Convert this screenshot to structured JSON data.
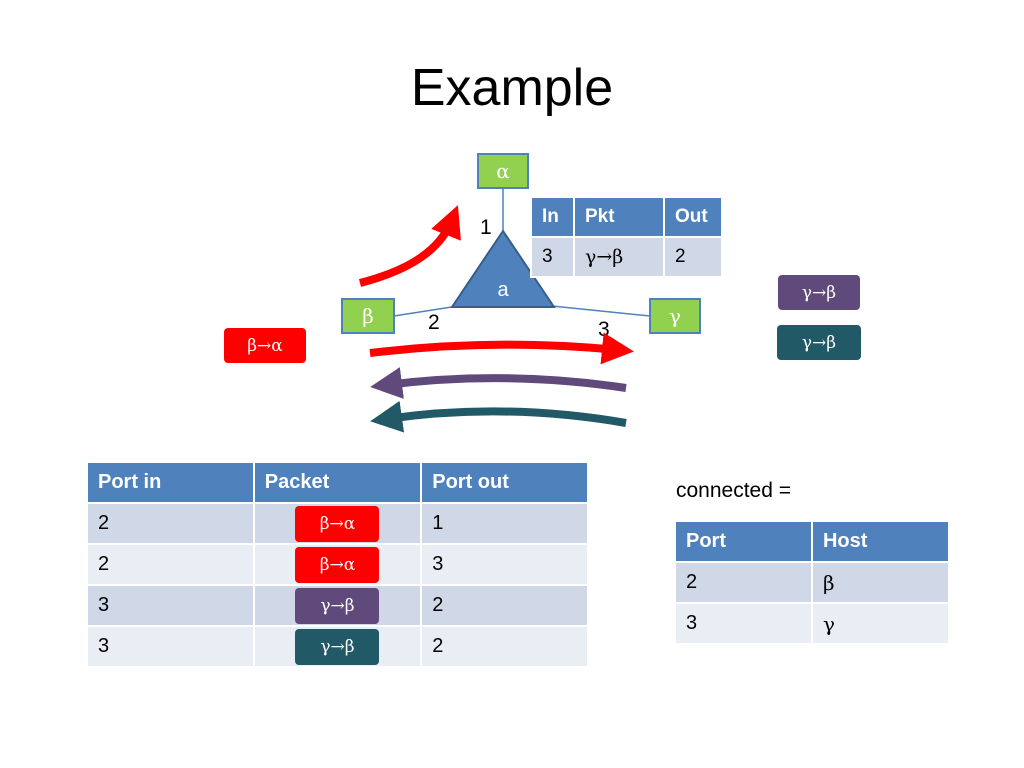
{
  "title": "Example",
  "colors": {
    "host_fill": "#92d050",
    "host_border": "#4f81bd",
    "switch_fill": "#4f81bd",
    "switch_border": "#385d8a",
    "red": "#ff0000",
    "purple": "#604a7b",
    "teal": "#215967",
    "table_header": "#4f81bd"
  },
  "diagram": {
    "switch_label": "a",
    "hosts": {
      "alpha": "α",
      "beta": "β",
      "gamma": "γ"
    },
    "port_labels": {
      "p1": "1",
      "p2": "2",
      "p3": "3"
    },
    "packets": {
      "left_red": "β→α",
      "right_purple": "γ→β",
      "right_teal": "γ→β"
    }
  },
  "flow_table": {
    "headers": [
      "In",
      "Pkt",
      "Out"
    ],
    "row": {
      "in": "3",
      "pkt": "γ→β",
      "out": "2"
    }
  },
  "rules_table": {
    "headers": [
      "Port in",
      "Packet",
      "Port out"
    ],
    "rows": [
      {
        "port_in": "2",
        "packet": "β→α",
        "packet_color": "#ff0000",
        "port_out": "1"
      },
      {
        "port_in": "2",
        "packet": "β→α",
        "packet_color": "#ff0000",
        "port_out": "3"
      },
      {
        "port_in": "3",
        "packet": "γ→β",
        "packet_color": "#604a7b",
        "port_out": "2"
      },
      {
        "port_in": "3",
        "packet": "γ→β",
        "packet_color": "#215967",
        "port_out": "2"
      }
    ]
  },
  "connected": {
    "label": "connected =",
    "headers": [
      "Port",
      "Host"
    ],
    "rows": [
      {
        "port": "2",
        "host": "β"
      },
      {
        "port": "3",
        "host": "γ"
      }
    ]
  }
}
